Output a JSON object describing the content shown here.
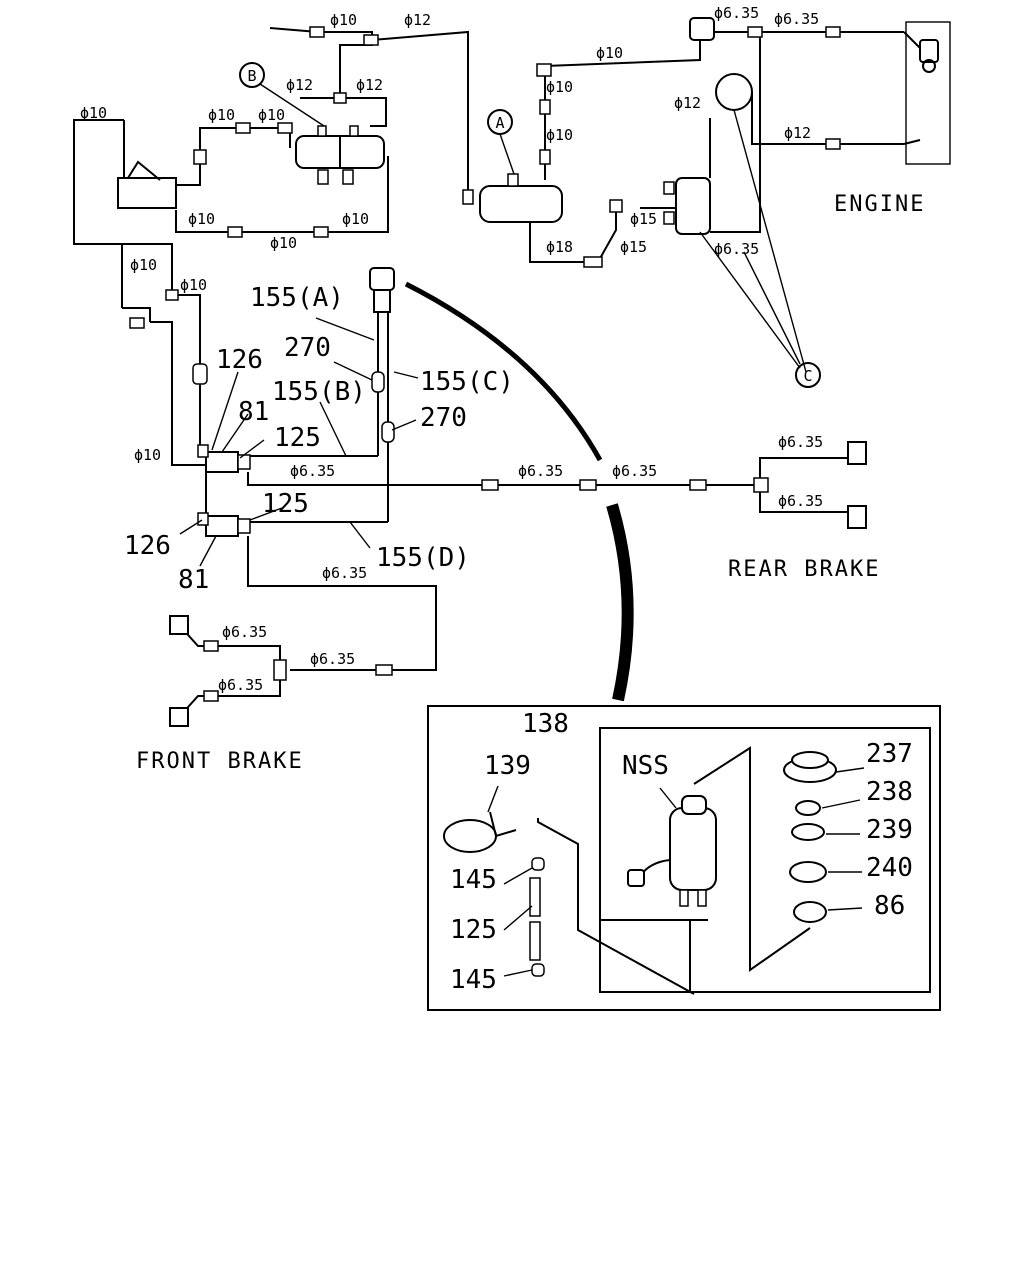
{
  "sections": {
    "engine": "ENGINE",
    "rear_brake": "REAR BRAKE",
    "front_brake": "FRONT BRAKE"
  },
  "callouts": {
    "a": "A",
    "b": "B",
    "c": "C"
  },
  "pipe_sizes": {
    "d10": "ϕ10",
    "d12": "ϕ12",
    "d15": "ϕ15",
    "d18": "ϕ18",
    "d635": "ϕ6.35"
  },
  "part_numbers": {
    "p155a": "155(A)",
    "p155b": "155(B)",
    "p155c": "155(C)",
    "p155d": "155(D)",
    "p270": "270",
    "p126": "126",
    "p81": "81",
    "p125": "125",
    "p138": "138",
    "p139": "139",
    "p145": "145",
    "p237": "237",
    "p238": "238",
    "p239": "239",
    "p240": "240",
    "p86": "86",
    "nss": "NSS"
  }
}
